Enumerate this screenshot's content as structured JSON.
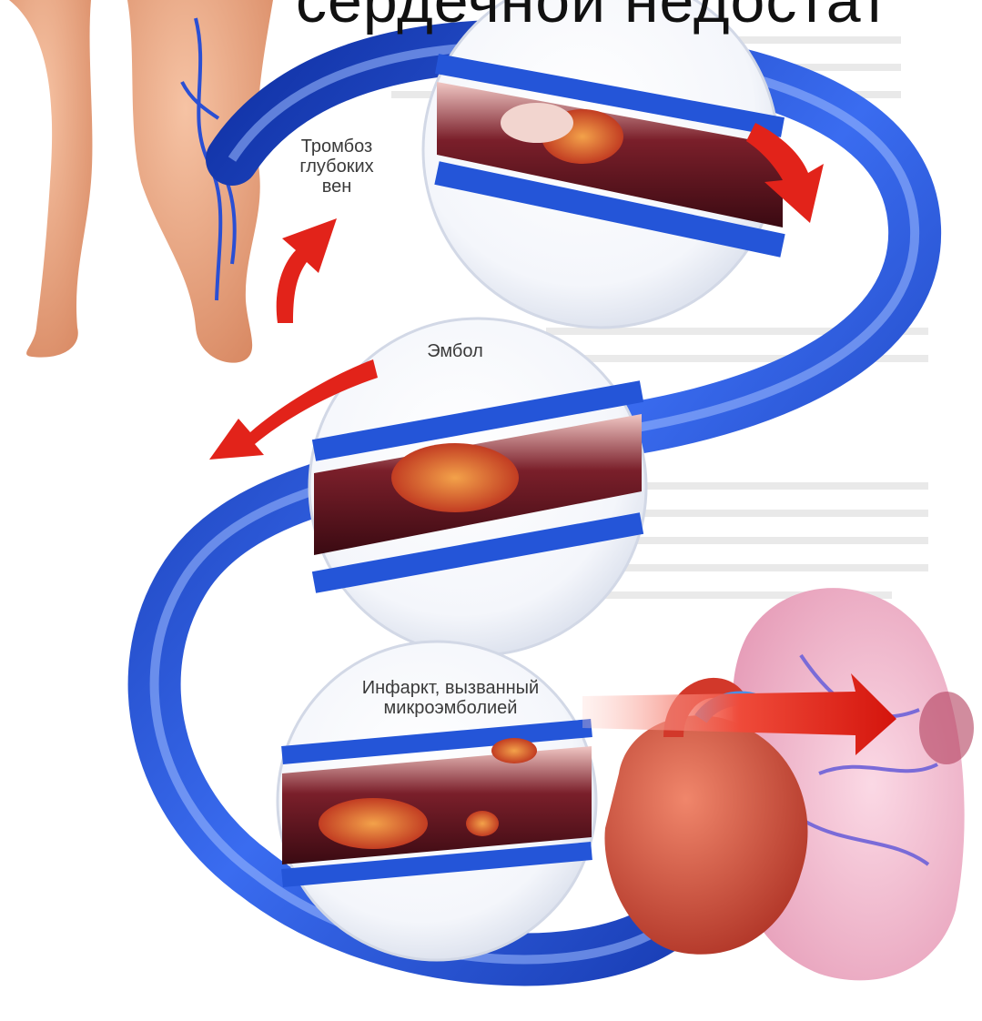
{
  "title": "сердечной недостат",
  "labels": {
    "dvt_line1": "Тромбоз",
    "dvt_line2": "глубоких",
    "dvt_line3": "вен",
    "embolus": "Эмбол",
    "infarct_line1": "Инфаркт, вызванный",
    "infarct_line2": "микроэмболией"
  },
  "colors": {
    "vessel_blue": "#1f3fb8",
    "vessel_light": "#6f9cff",
    "arrow_red": "#e2231a",
    "skin": "#e9a27e",
    "lung_pink": "#f3b3c9",
    "heart_red": "#c43a2b",
    "clot": "#c4321a"
  }
}
